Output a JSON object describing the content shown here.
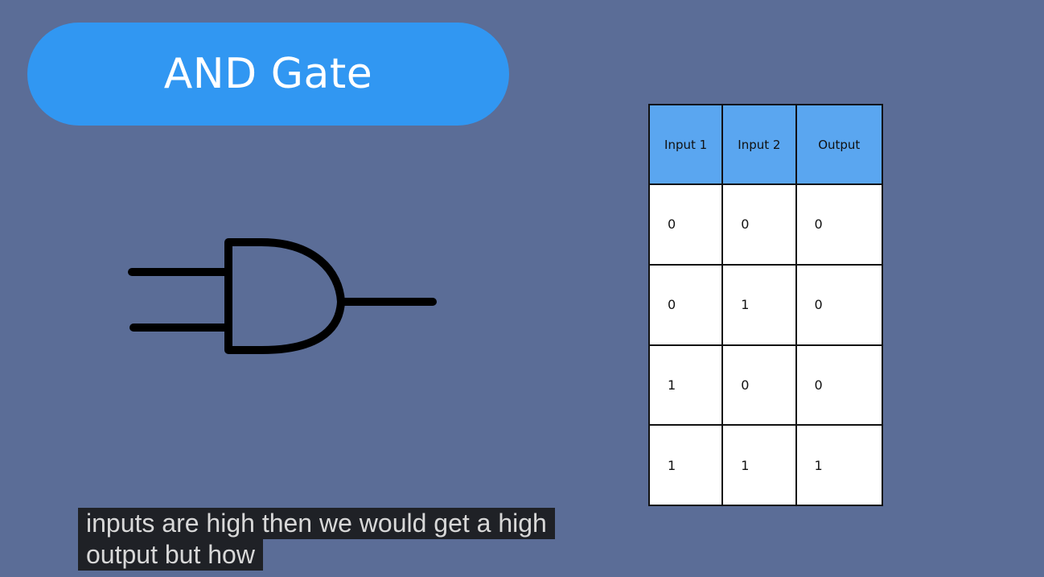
{
  "slide": {
    "title": "AND Gate",
    "colors": {
      "background": "#5b6d97",
      "title_pill": "#3197f2",
      "table_header": "#5aa6f0",
      "caption_bg": "#1f2126"
    }
  },
  "gate": {
    "icon": "and-gate-symbol-icon"
  },
  "truth_table": {
    "headers": [
      "Input 1",
      "Input 2",
      "Output"
    ],
    "rows": [
      [
        "0",
        "0",
        "0"
      ],
      [
        "0",
        "1",
        "0"
      ],
      [
        "1",
        "0",
        "0"
      ],
      [
        "1",
        "1",
        "1"
      ]
    ]
  },
  "captions": {
    "line1": "inputs are high then we would get a high",
    "line2": "output but how"
  }
}
